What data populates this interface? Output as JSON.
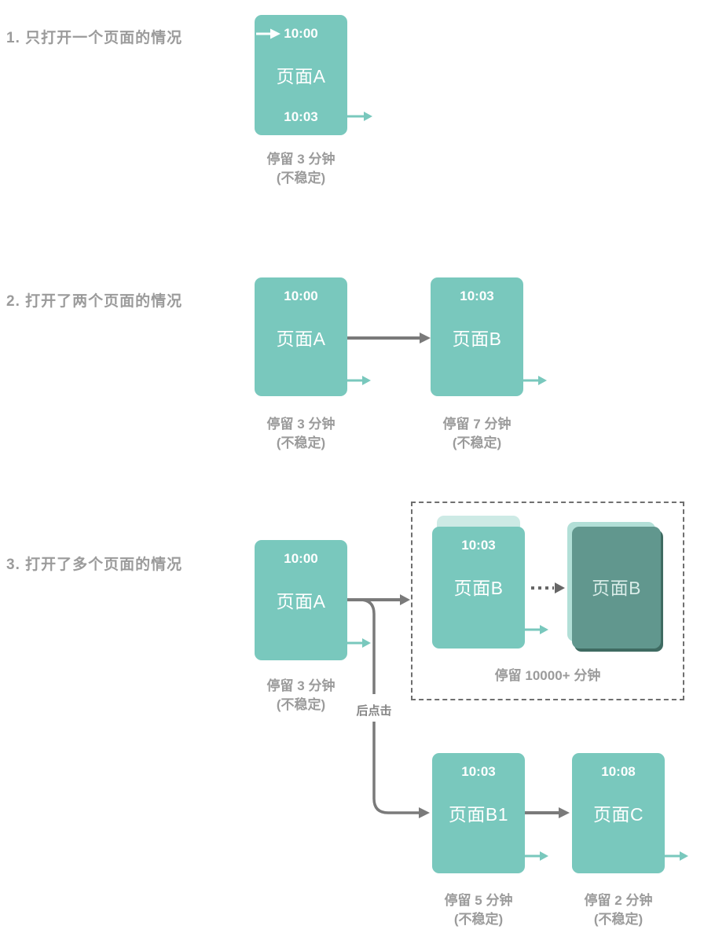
{
  "colors": {
    "teal": "#79c8bd",
    "teal_dark": "#61978e",
    "teal_dark_shadow": "#3f6b62",
    "teal_ghost": "#b2dfd7",
    "gray_line": "#7a7a7a",
    "text_gray": "#9b9b9b"
  },
  "sections": {
    "s1": {
      "heading": "1. 只打开一个页面的情况",
      "box_a": {
        "time_top": "10:00",
        "title": "页面A",
        "time_bottom": "10:03"
      },
      "caption": {
        "line1": "停留 3 分钟",
        "line2": "(不稳定)"
      }
    },
    "s2": {
      "heading": "2. 打开了两个页面的情况",
      "box_a": {
        "time_top": "10:00",
        "title": "页面A"
      },
      "box_b": {
        "time_top": "10:03",
        "title": "页面B"
      },
      "caption_a": {
        "line1": "停留 3 分钟",
        "line2": "(不稳定)"
      },
      "caption_b": {
        "line1": "停留 7 分钟",
        "line2": "(不稳定)"
      }
    },
    "s3": {
      "heading": "3. 打开了多个页面的情况",
      "box_a": {
        "time_top": "10:00",
        "title": "页面A"
      },
      "caption_a": {
        "line1": "停留 3 分钟",
        "line2": "(不稳定)"
      },
      "branch_label": "后点击",
      "dashed_group": {
        "box_b": {
          "time_top": "10:03",
          "title": "页面B"
        },
        "box_b_stacked": {
          "title": "页面B"
        },
        "caption": "停留 10000+ 分钟"
      },
      "box_b1": {
        "time_top": "10:03",
        "title": "页面B1"
      },
      "caption_b1": {
        "line1": "停留 5 分钟",
        "line2": "(不稳定)"
      },
      "box_c": {
        "time_top": "10:08",
        "title": "页面C"
      },
      "caption_c": {
        "line1": "停留 2 分钟",
        "line2": "(不稳定)"
      }
    }
  }
}
